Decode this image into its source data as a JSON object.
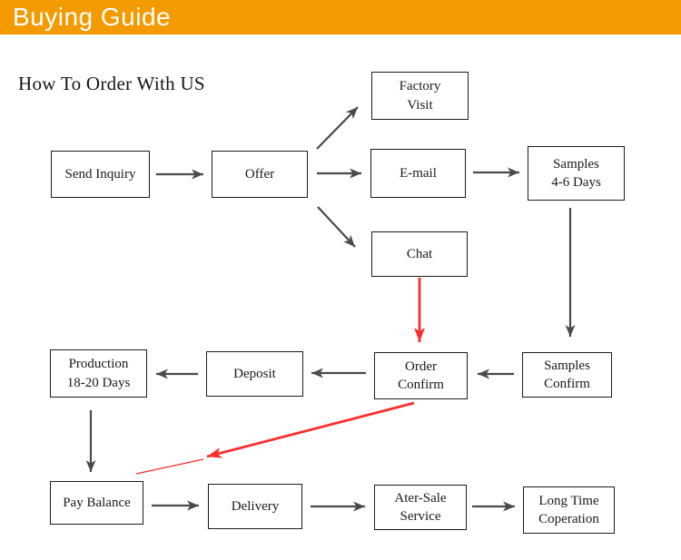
{
  "header": {
    "title": "Buying Guide",
    "bg_color": "#F29A00",
    "text_color": "#FFFFFF"
  },
  "section": {
    "title": "How To Order With US"
  },
  "flowchart": {
    "colors": {
      "box_border": "#1D1D1D",
      "box_text": "#1A1A1A",
      "arrow": "#4A4A4A",
      "highlight_arrow": "#FB2E2E"
    },
    "nodes": [
      {
        "id": "send-inquiry",
        "lines": [
          "Send Inquiry"
        ]
      },
      {
        "id": "offer",
        "lines": [
          "Offer"
        ]
      },
      {
        "id": "factory-visit",
        "lines": [
          "Factory",
          "Visit"
        ]
      },
      {
        "id": "email",
        "lines": [
          "E-mail"
        ]
      },
      {
        "id": "chat",
        "lines": [
          "Chat"
        ]
      },
      {
        "id": "samples-lead-time",
        "lines": [
          "Samples",
          "4-6 Days"
        ]
      },
      {
        "id": "samples-confirm",
        "lines": [
          "Samples",
          "Confirm"
        ]
      },
      {
        "id": "order-confirm",
        "lines": [
          "Order",
          "Confirm"
        ]
      },
      {
        "id": "deposit",
        "lines": [
          "Deposit"
        ]
      },
      {
        "id": "production-lead-time",
        "lines": [
          "Production",
          "18-20 Days"
        ]
      },
      {
        "id": "pay-balance",
        "lines": [
          "Pay Balance"
        ]
      },
      {
        "id": "delivery",
        "lines": [
          "Delivery"
        ]
      },
      {
        "id": "after-sale-service",
        "lines": [
          "Ater-Sale",
          "Service"
        ]
      },
      {
        "id": "long-time-cooperation",
        "lines": [
          "Long Time",
          "Coperation"
        ]
      }
    ]
  }
}
